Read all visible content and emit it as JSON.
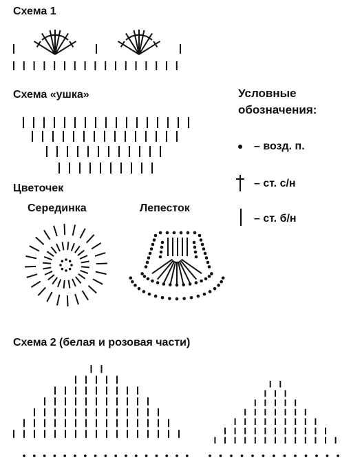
{
  "labels": {
    "scheme1": "Схема 1",
    "ear_scheme": "Схема «ушка»",
    "flower": "Цветочек",
    "center": "Серединка",
    "petal": "Лепесток",
    "scheme2": "Схема 2 (белая и розовая части)"
  },
  "legend": {
    "title_line1": "Условные",
    "title_line2": "обозначения:",
    "items": [
      {
        "symbol": "chain-dot",
        "text": "– возд. п."
      },
      {
        "symbol": "double-crochet",
        "text": "– ст. с/н"
      },
      {
        "symbol": "single-crochet",
        "text": "– ст. б/н"
      }
    ]
  }
}
